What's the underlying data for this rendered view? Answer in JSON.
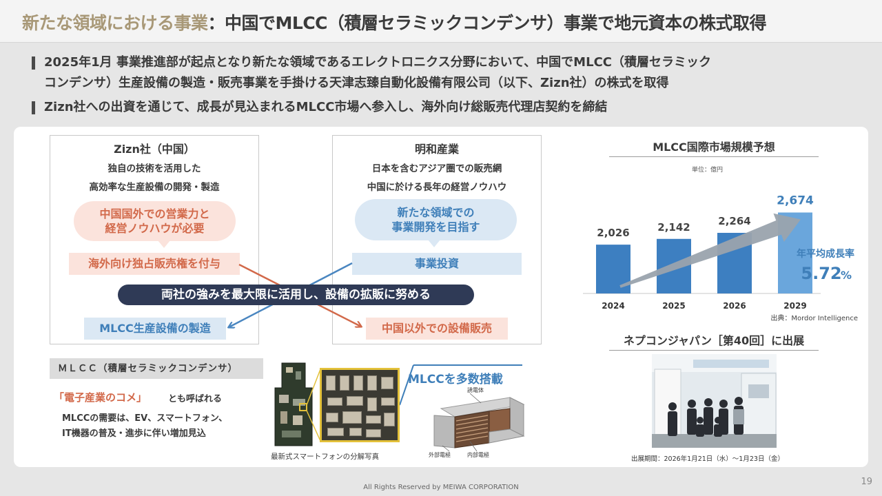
{
  "title": {
    "accent": "新たな領域における事業",
    "colon": "：",
    "main": "中国でMLCC（積層セラミックコンデンサ）事業で地元資本の株式取得"
  },
  "bullets": [
    {
      "line1": "2025年1月 事業推進部が起点となり新たな領域であるエレクトロニクス分野において、中国でMLCC（積層セラミック",
      "line2": "コンデンサ）生産設備の製造・販売事業を手掛ける天津志臻自動化設備有限公司（以下、Zizn社）の株式を取得"
    },
    {
      "line1": "Zizn社への出資を通じて、成長が見込まれるMLCC市場へ参入し、海外向け総販売代理店契約を締結"
    }
  ],
  "left_box": {
    "title": "Zizn社（中国）",
    "line1": "独自の技術を活用した",
    "line2": "高効率な生産設備の開発・製造",
    "bubble_line1": "中国国外での営業力と",
    "bubble_line2": "経営ノウハウが必要",
    "tag_top": "海外向け独占販売権を付与",
    "tag_bottom": "MLCC生産設備の製造"
  },
  "right_box": {
    "title": "明和産業",
    "line1": "日本を含むアジア圏での販売網",
    "line2": "中国に於ける長年の経営ノウハウ",
    "bubble_line1": "新たな領域での",
    "bubble_line2": "事業開発を目指す",
    "tag_top": "事業投資",
    "tag_bottom": "中国以外での設備販売"
  },
  "banner": "両社の強みを最大限に活用し、設備の拡販に努める",
  "mlcc": {
    "heading": "ＭＬＣＣ（積層セラミックコンデンサ）",
    "kome": "「電子産業のコメ」",
    "kome_tail": "とも呼ばれる",
    "desc1": "MLCCの需要は、EV、スマートフォン、",
    "desc2": "IT機器の普及・進歩に伴い増加見込",
    "phone_caption": "最新式スマートフォンの分解写真",
    "many_label": "MLCCを多数搭載",
    "diagram_labels": [
      "誘電体",
      "外部電極",
      "内部電極"
    ]
  },
  "chart_data": {
    "type": "bar",
    "title": "MLCC国際市場規模予想",
    "unit": "単位：億円",
    "categories": [
      "2024",
      "2025",
      "2026",
      "2029"
    ],
    "values": [
      2026,
      2142,
      2264,
      2674
    ],
    "value_labels": [
      "2,026",
      "2,142",
      "2,264",
      "2,674"
    ],
    "cagr_label": "年平均成長率",
    "cagr_value": "5.72",
    "cagr_unit": "%",
    "source": "出典：Mordor Intelligence",
    "colors": {
      "bar": "#3d7fc1",
      "highlight": "#6aa6dc",
      "arrow": "#9aa3ad"
    }
  },
  "expo": {
    "title": "ネプコンジャパン［第40回］に出展",
    "caption": "出展期間：2026年1月21日（水）～1月23日（金）"
  },
  "footer": "All Rights Reserved by MEIWA CORPORATION",
  "page_number": "19"
}
